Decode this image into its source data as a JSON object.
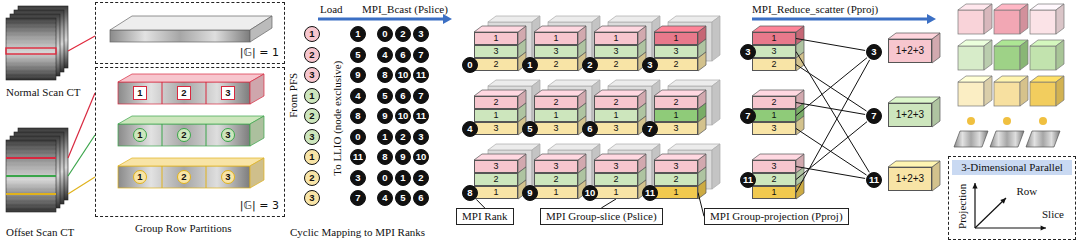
{
  "diagram": {
    "nodes": [
      {
        "text": [
          "|𝔾| = 1"
        ]
      },
      {
        "text": [
          "|𝔾| = 3"
        ]
      },
      {
        "text": [
          "1"
        ]
      },
      {
        "text": [
          "2"
        ]
      },
      {
        "text": [
          "3"
        ]
      },
      {
        "text": [
          "1"
        ]
      },
      {
        "text": [
          "2"
        ]
      },
      {
        "text": [
          "3"
        ]
      },
      {
        "text": [
          "1"
        ]
      },
      {
        "text": [
          "2"
        ]
      },
      {
        "text": [
          "3"
        ]
      },
      {
        "text": [
          "1"
        ]
      },
      {
        "text": [
          "5"
        ]
      },
      {
        "text": [
          "9"
        ]
      },
      {
        "text": [
          "4"
        ]
      },
      {
        "text": [
          "8"
        ]
      },
      {
        "text": [
          "0"
        ]
      },
      {
        "text": [
          "11"
        ]
      },
      {
        "text": [
          "3"
        ]
      },
      {
        "text": [
          "7"
        ]
      },
      {
        "text": [
          "0"
        ]
      },
      {
        "text": [
          "2"
        ]
      },
      {
        "text": [
          "3"
        ]
      },
      {
        "text": [
          "4"
        ]
      },
      {
        "text": [
          "6"
        ]
      },
      {
        "text": [
          "7"
        ]
      },
      {
        "text": [
          "8"
        ]
      },
      {
        "text": [
          "10"
        ]
      },
      {
        "text": [
          "11"
        ]
      },
      {
        "text": [
          "5"
        ]
      },
      {
        "text": [
          "6"
        ]
      },
      {
        "text": [
          "7"
        ]
      },
      {
        "text": [
          "9"
        ]
      },
      {
        "text": [
          "10"
        ]
      },
      {
        "text": [
          "11"
        ]
      },
      {
        "text": [
          "1"
        ]
      },
      {
        "text": [
          "2"
        ]
      },
      {
        "text": [
          "3"
        ]
      },
      {
        "text": [
          "8"
        ]
      },
      {
        "text": [
          "9"
        ]
      },
      {
        "text": [
          "10"
        ]
      },
      {
        "text": [
          "0"
        ]
      },
      {
        "text": [
          "1"
        ]
      },
      {
        "text": [
          "2"
        ]
      },
      {
        "text": [
          "4"
        ]
      },
      {
        "text": [
          "5"
        ]
      },
      {
        "text": [
          "6"
        ]
      },
      {
        "text": [
          "0"
        ]
      },
      {
        "text": [
          "1"
        ]
      },
      {
        "text": [
          "2"
        ]
      },
      {
        "text": [
          "3"
        ]
      },
      {
        "text": [
          "4"
        ]
      },
      {
        "text": [
          "5"
        ]
      },
      {
        "text": [
          "6"
        ]
      },
      {
        "text": [
          "7"
        ]
      },
      {
        "text": [
          "8"
        ]
      },
      {
        "text": [
          "9"
        ]
      },
      {
        "text": [
          "10"
        ]
      },
      {
        "text": [
          "11"
        ]
      },
      {
        "text": [
          "1"
        ]
      },
      {
        "text": [
          "3"
        ]
      },
      {
        "text": [
          "2"
        ]
      },
      {
        "text": [
          "1"
        ]
      },
      {
        "text": [
          "3"
        ]
      },
      {
        "text": [
          "2"
        ]
      },
      {
        "text": [
          "1"
        ]
      },
      {
        "text": [
          "3"
        ]
      },
      {
        "text": [
          "2"
        ]
      },
      {
        "text": [
          "1"
        ]
      },
      {
        "text": [
          "3"
        ]
      },
      {
        "text": [
          "2"
        ]
      },
      {
        "text": [
          "2"
        ]
      },
      {
        "text": [
          "1"
        ]
      },
      {
        "text": [
          "3"
        ]
      },
      {
        "text": [
          "2"
        ]
      },
      {
        "text": [
          "1"
        ]
      },
      {
        "text": [
          "3"
        ]
      },
      {
        "text": [
          "2"
        ]
      },
      {
        "text": [
          "1"
        ]
      },
      {
        "text": [
          "3"
        ]
      },
      {
        "text": [
          "2"
        ]
      },
      {
        "text": [
          "1"
        ]
      },
      {
        "text": [
          "3"
        ]
      },
      {
        "text": [
          "3"
        ]
      },
      {
        "text": [
          "2"
        ]
      },
      {
        "text": [
          "1"
        ]
      },
      {
        "text": [
          "3"
        ]
      },
      {
        "text": [
          "2"
        ]
      },
      {
        "text": [
          "1"
        ]
      },
      {
        "text": [
          "3"
        ]
      },
      {
        "text": [
          "2"
        ]
      },
      {
        "text": [
          "1"
        ]
      },
      {
        "text": [
          "3"
        ]
      },
      {
        "text": [
          "2"
        ]
      },
      {
        "text": [
          "1"
        ]
      },
      {
        "text": [
          "MPI Rank"
        ]
      },
      {
        "text": [
          "MPI Group-slice (Pslice)"
        ]
      },
      {
        "text": [
          "MPI Group-projection (Pproj)"
        ]
      },
      {
        "text": [
          "3"
        ]
      },
      {
        "text": [
          "7"
        ]
      },
      {
        "text": [
          "11"
        ]
      },
      {
        "text": [
          "1"
        ]
      },
      {
        "text": [
          "3"
        ]
      },
      {
        "text": [
          "2"
        ]
      },
      {
        "text": [
          "2"
        ]
      },
      {
        "text": [
          "1"
        ]
      },
      {
        "text": [
          "3"
        ]
      },
      {
        "text": [
          "3"
        ]
      },
      {
        "text": [
          "2"
        ]
      },
      {
        "text": [
          "1"
        ]
      },
      {
        "text": [
          "3"
        ]
      },
      {
        "text": [
          "7"
        ]
      },
      {
        "text": [
          "11"
        ]
      },
      {
        "text": [
          "1+2+3"
        ]
      },
      {
        "text": [
          "1+2+3"
        ]
      },
      {
        "text": [
          "1+2+3"
        ]
      },
      {
        "text": [
          "3-Dimensional Parallel",
          "Projection",
          "Row",
          "Slice"
        ]
      }
    ],
    "edges": [
      {
        "from": 95,
        "to": 55,
        "arrow": "none"
      },
      {
        "from": 96,
        "to": 91,
        "arrow": "none"
      },
      {
        "from": 97,
        "to": 94,
        "arrow": "none"
      },
      {
        "from": 101,
        "to": 110,
        "arrow": "none"
      },
      {
        "from": 102,
        "to": 112,
        "arrow": "none"
      },
      {
        "from": 103,
        "to": 111,
        "arrow": "none"
      },
      {
        "from": 104,
        "to": 111,
        "arrow": "none"
      },
      {
        "from": 105,
        "to": 110,
        "arrow": "none"
      },
      {
        "from": 106,
        "to": 112,
        "arrow": "none"
      },
      {
        "from": 107,
        "to": 112,
        "arrow": "none"
      },
      {
        "from": 108,
        "to": 111,
        "arrow": "none"
      },
      {
        "from": 109,
        "to": 110,
        "arrow": "none"
      }
    ],
    "labels": [
      "Normal Scan CT",
      "Offset Scan CT",
      "1",
      "2",
      "3",
      "1",
      "2",
      "3",
      "1",
      "2",
      "3",
      "Group Row Partitions",
      "Load",
      "MPI_Bcast (Pslice)",
      "From PFS",
      "To LLIO (node exclusive)",
      "Cyclic Mapping to MPI Ranks",
      "MPI_Reduce_scatter (Pproj)"
    ]
  }
}
